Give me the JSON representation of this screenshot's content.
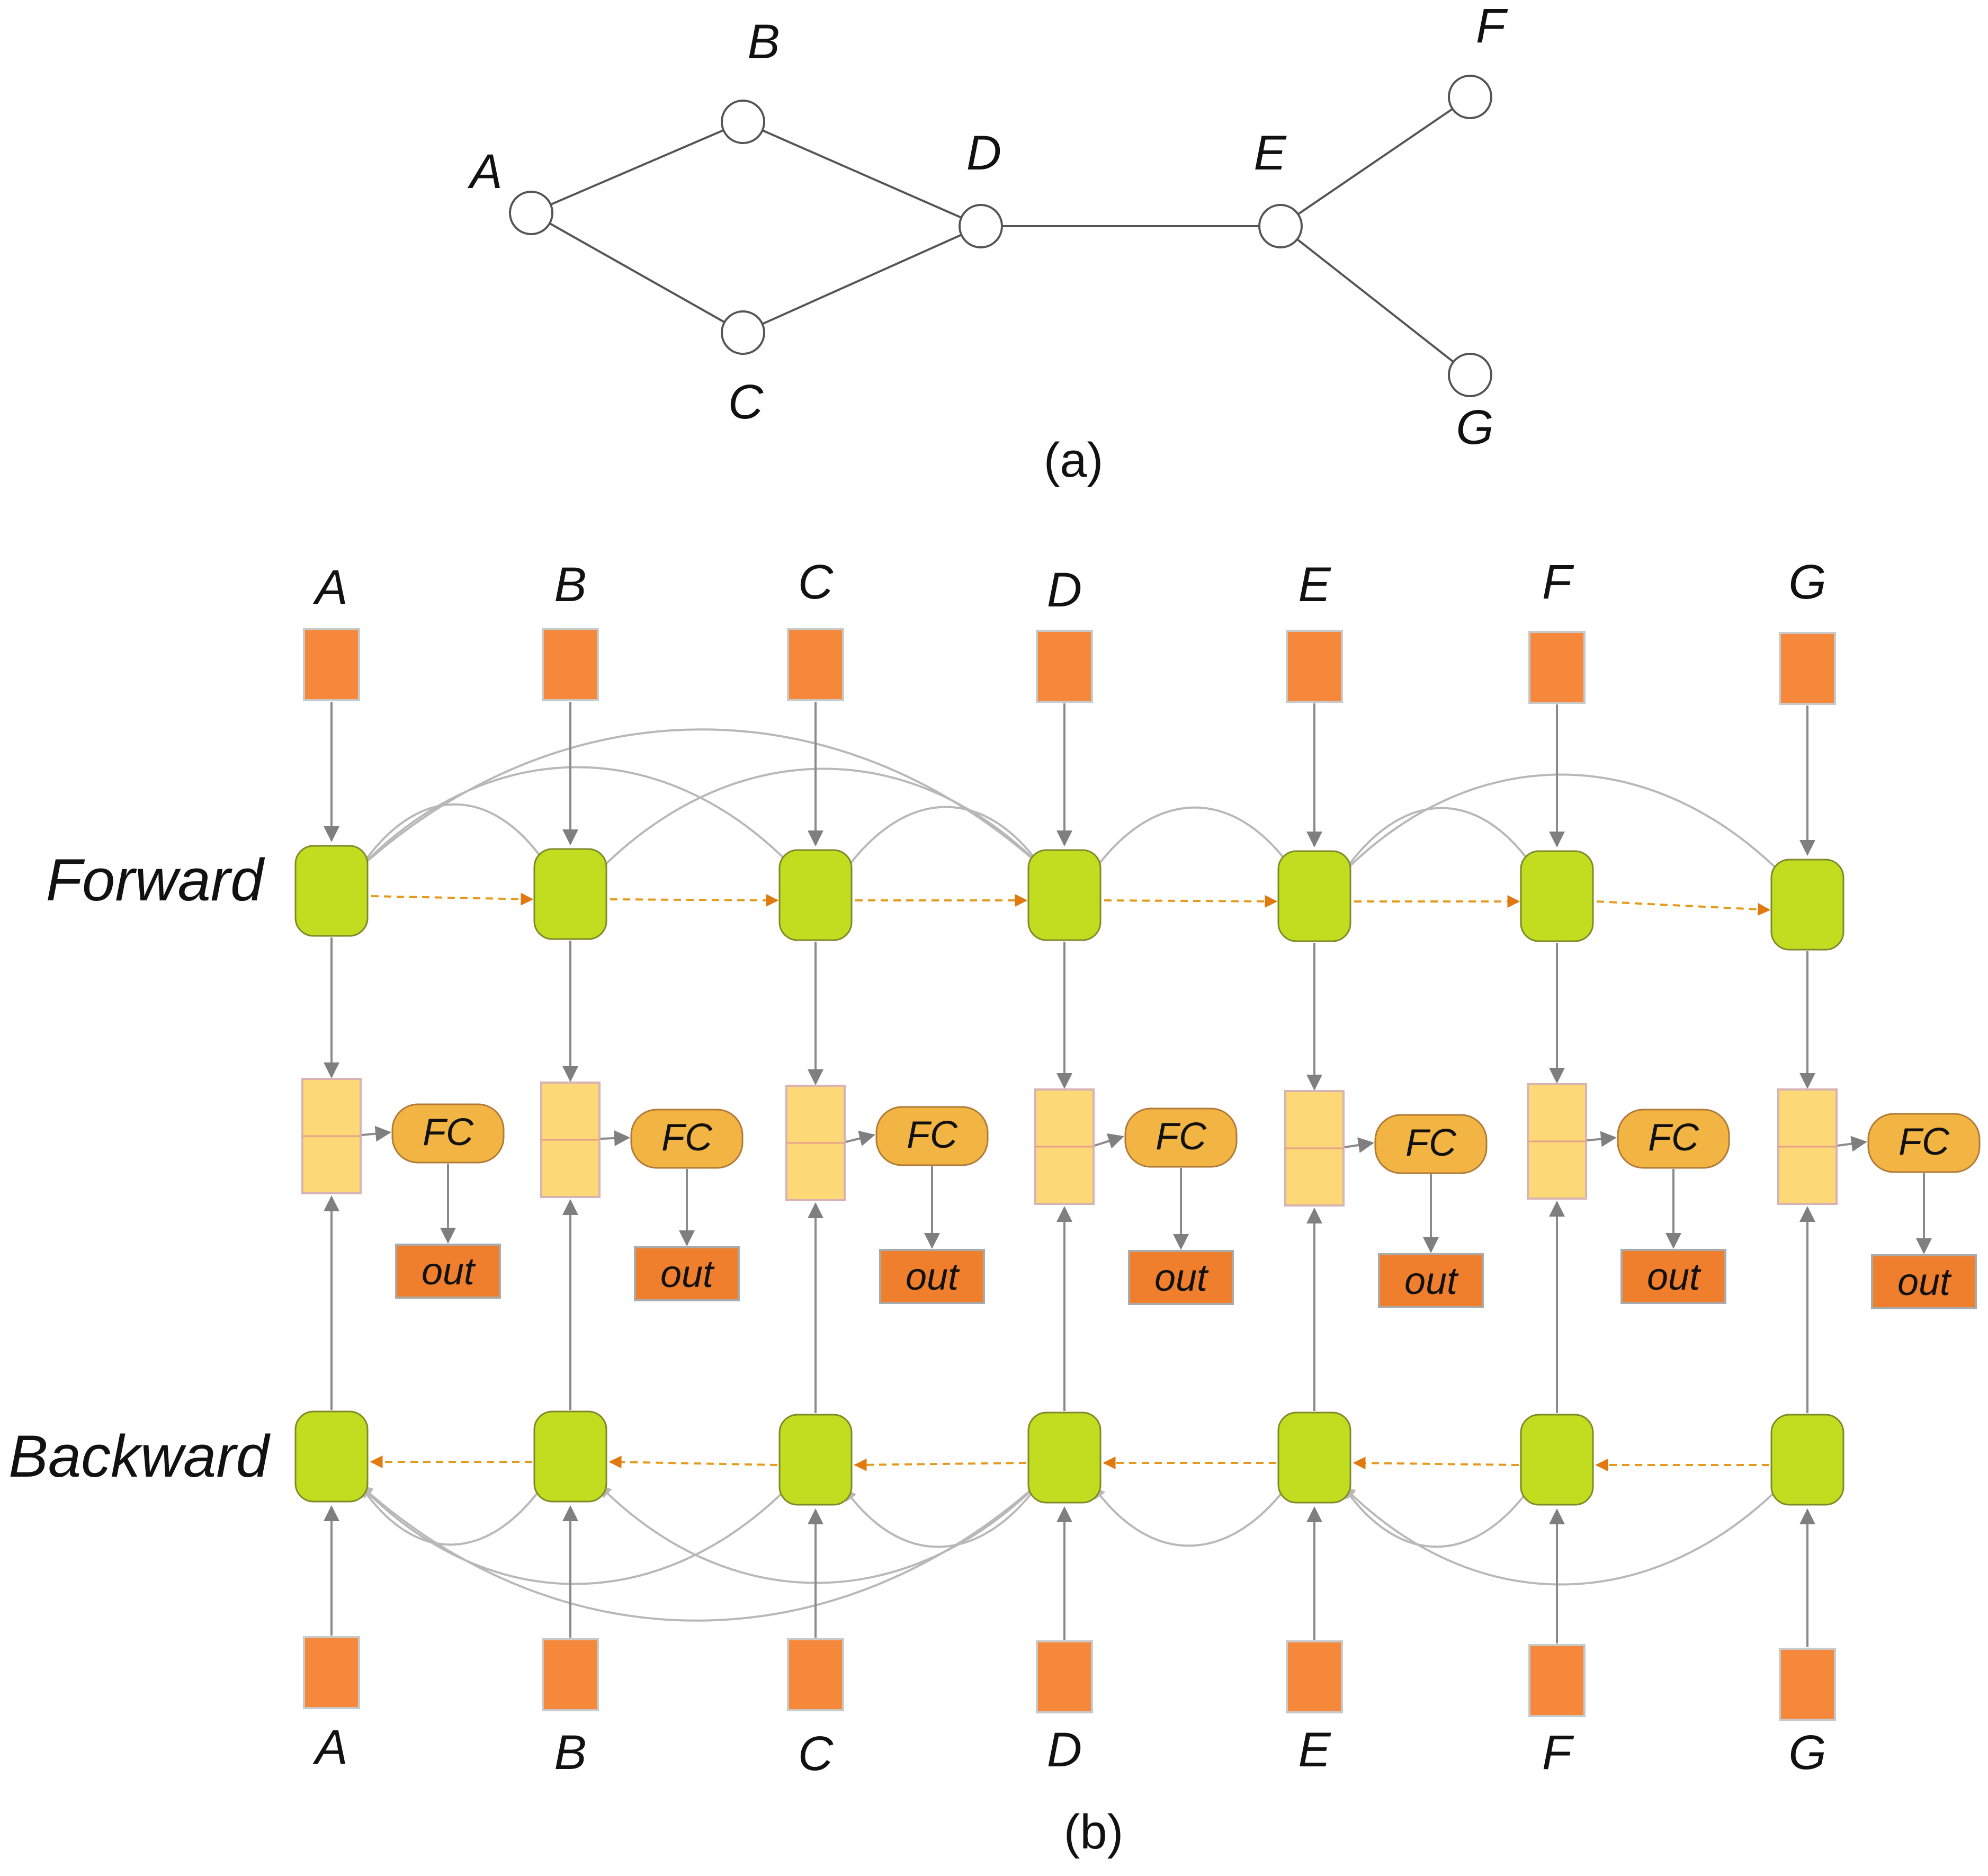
{
  "graph": {
    "nodes": [
      {
        "id": "A",
        "label": "A"
      },
      {
        "id": "B",
        "label": "B"
      },
      {
        "id": "C",
        "label": "C"
      },
      {
        "id": "D",
        "label": "D"
      },
      {
        "id": "E",
        "label": "E"
      },
      {
        "id": "F",
        "label": "F"
      },
      {
        "id": "G",
        "label": "G"
      }
    ],
    "edges": [
      [
        "A",
        "B"
      ],
      [
        "A",
        "C"
      ],
      [
        "B",
        "D"
      ],
      [
        "C",
        "D"
      ],
      [
        "D",
        "E"
      ],
      [
        "E",
        "F"
      ],
      [
        "E",
        "G"
      ]
    ],
    "caption": "(a)"
  },
  "network": {
    "forward_label": "Forward",
    "backward_label": "Backward",
    "fc_label": "FC",
    "out_label": "out",
    "caption": "(b)",
    "columns": [
      {
        "top_label": "A",
        "bottom_label": "A"
      },
      {
        "top_label": "B",
        "bottom_label": "B"
      },
      {
        "top_label": "C",
        "bottom_label": "C"
      },
      {
        "top_label": "D",
        "bottom_label": "D"
      },
      {
        "top_label": "E",
        "bottom_label": "E"
      },
      {
        "top_label": "F",
        "bottom_label": "F"
      },
      {
        "top_label": "G",
        "bottom_label": "G"
      }
    ],
    "forward_skip_links": [
      [
        "A",
        "B"
      ],
      [
        "A",
        "C"
      ],
      [
        "A",
        "D"
      ],
      [
        "B",
        "D"
      ],
      [
        "C",
        "D"
      ],
      [
        "D",
        "E"
      ],
      [
        "E",
        "F"
      ],
      [
        "E",
        "G"
      ]
    ],
    "backward_skip_links": [
      [
        "B",
        "A"
      ],
      [
        "C",
        "A"
      ],
      [
        "D",
        "A"
      ],
      [
        "D",
        "B"
      ],
      [
        "D",
        "C"
      ],
      [
        "E",
        "D"
      ],
      [
        "F",
        "E"
      ],
      [
        "G",
        "E"
      ]
    ],
    "colors": {
      "input": "#F5883A",
      "rnn_cell": "#C2DD1F",
      "concat": "#FDD876",
      "fc": "#F2B443",
      "out": "#F07F2D",
      "edge": "#8a8a8a",
      "chain_orange": "#E59A1C"
    }
  }
}
